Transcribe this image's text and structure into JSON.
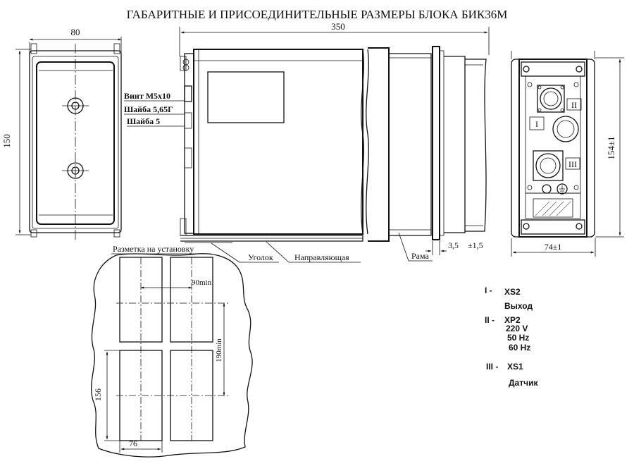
{
  "title": "ГАБАРИТНЫЕ И ПРИСОЕДИНИТЕЛЬНЫЕ РАЗМЕРЫ БЛОКА БИК36М",
  "front_view": {
    "dim_width": "80",
    "dim_height": "150"
  },
  "side_view": {
    "dim_length": "350",
    "callouts": {
      "screw": "Винт М5х10",
      "washer_1": "Шайба 5,65Г",
      "washer_2": "Шайба 5",
      "angle": "Уголок",
      "guide": "Направляющая",
      "frame": "Рама"
    },
    "dim_gap": "3,5",
    "dim_gap_tol": "±1,5"
  },
  "rear_view": {
    "dim_height": "154±1",
    "dim_width": "74±1",
    "connector_marks": [
      "I",
      "II",
      "III"
    ]
  },
  "mounting": {
    "label": "Разметка на установку",
    "dim_h_gap": "90min",
    "dim_v_gap": "190min",
    "dim_height": "156",
    "dim_width": "76"
  },
  "legend": [
    {
      "num": "I -",
      "code": "XS2",
      "lines": [
        "Выход"
      ]
    },
    {
      "num": "II -",
      "code": "XP2",
      "lines": [
        "220 V",
        "50  Hz",
        "60 Hz"
      ]
    },
    {
      "num": "III -",
      "code": "XS1",
      "lines": [
        "Датчик"
      ]
    }
  ]
}
